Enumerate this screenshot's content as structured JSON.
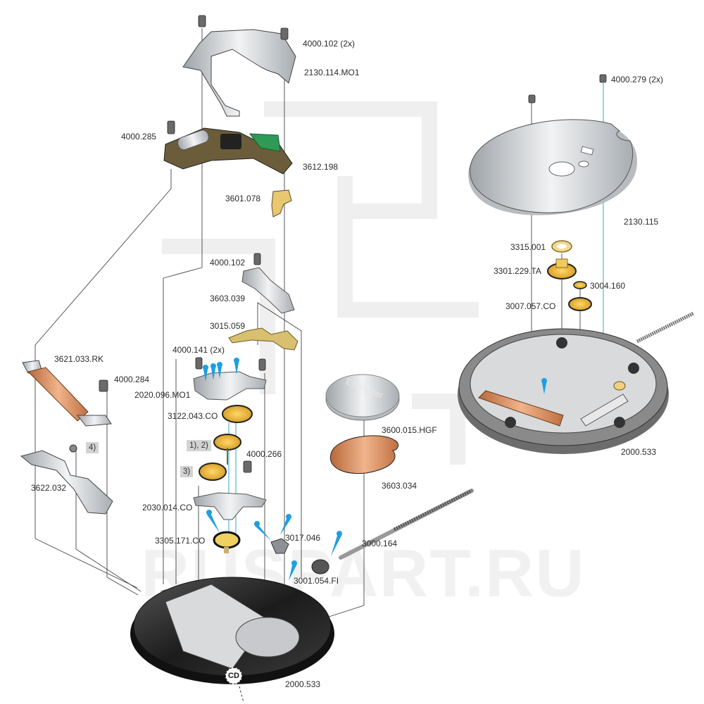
{
  "diagram": {
    "type": "exploded-view watch movement parts diagram",
    "watermark": "RUSPART.RU",
    "base_marker": "CD"
  },
  "labels": {
    "screw_bridge_2x": "4000.102 (2x)",
    "bridge_top": "2130.114.MO1",
    "screw_circuit": "4000.285",
    "circuit": "3612.198",
    "contact_spring": "3601.078",
    "screw_lever": "4000.102",
    "lever_spring": "3603.039",
    "setting_lever": "3015.059",
    "screw_train_2x": "4000.141 (2x)",
    "train_bridge": "2020.096.MO1",
    "wheel_a": "3122.043.CO",
    "note_12": "1), 2)",
    "screw_rotor": "4000.266",
    "note_3": "3)",
    "rotor_bridge": "2030.014.CO",
    "rotor": "3305.171.CO",
    "yoke": "3017.046",
    "stem": "3000.164",
    "clutch": "3001.054.FI",
    "coil": "3621.033.RK",
    "screw_coil": "4000.284",
    "note_4": "4)",
    "coil_bridge": "3622.032",
    "battery": "3600.015.HGF",
    "insulator": "3603.034",
    "mainplate_left": "2000.533",
    "screw_dial_2x": "4000.279 (2x)",
    "dial_plate": "2130.115",
    "washer": "3315.001",
    "hour_wheel": "3301.229.TA",
    "minute_pinion": "3004.160",
    "setting_wheel": "3007.057.CO",
    "mainplate_right": "2000.533"
  },
  "battery_text": "Energizer",
  "colors": {
    "lubricant_drop": "#1e9fe0",
    "gold_part": "#e8b83c",
    "copper_coil": "#c8783c",
    "circuit_green": "#2e9a55",
    "steel": "#c9cdd2",
    "dark_plate": "#2a2a2a"
  }
}
